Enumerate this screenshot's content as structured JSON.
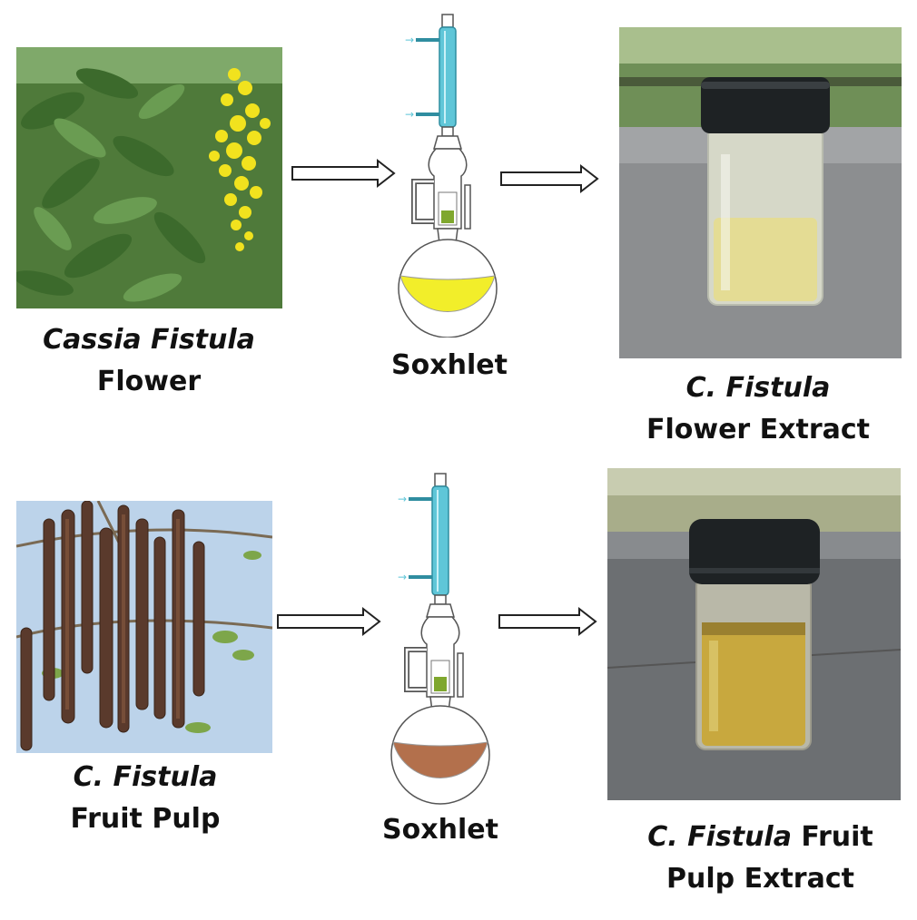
{
  "row1": {
    "source": {
      "italic": "Cassia Fistula",
      "line2": "Flower"
    },
    "apparatus": {
      "label": "Soxhlet",
      "solvent_color": "#f2ee2a"
    },
    "product": {
      "italic": "C. Fistula",
      "line2": "Flower Extract"
    }
  },
  "row2": {
    "source": {
      "italic": "C. Fistula",
      "line2": "Fruit Pulp"
    },
    "apparatus": {
      "label": "Soxhlet",
      "solvent_color": "#b3704c"
    },
    "product": {
      "italic": "C. Fistula",
      "line1_rest": " Fruit",
      "line2": "Pulp Extract"
    }
  },
  "colors": {
    "condenser": "#5fc6d8",
    "sample": "#7fa72e",
    "cap": "#1e2224",
    "flower_liquid": "#e4dc94",
    "pulp_liquid": "#c8a83e"
  }
}
